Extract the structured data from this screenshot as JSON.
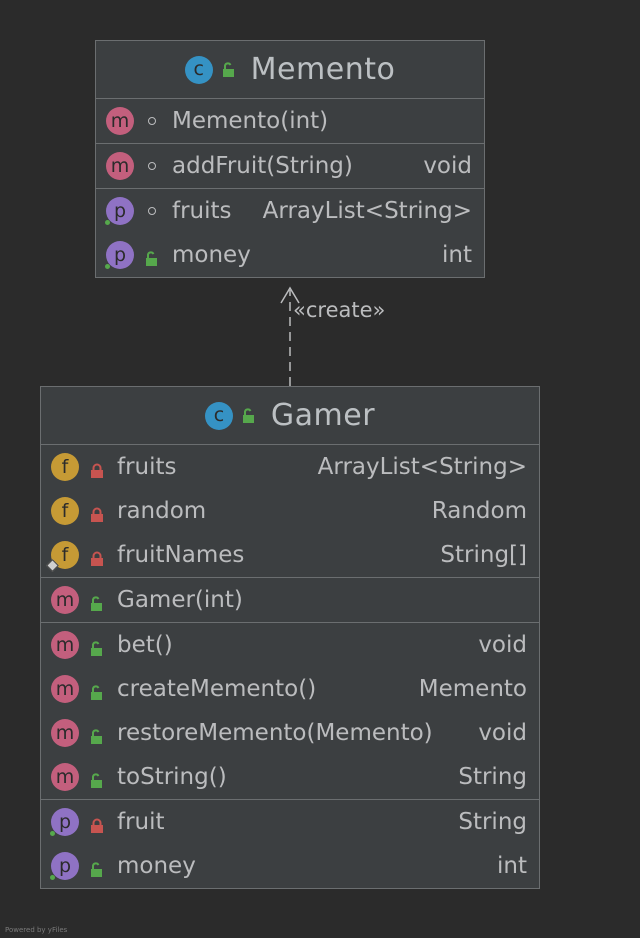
{
  "memento": {
    "name": "Memento",
    "class_icon": "c",
    "constructors": [
      {
        "badge": "m",
        "visibility": "package",
        "name": "Memento(int)",
        "type": ""
      }
    ],
    "methods": [
      {
        "badge": "m",
        "visibility": "package",
        "name": "addFruit(String)",
        "type": "void"
      }
    ],
    "properties": [
      {
        "badge": "p",
        "visibility": "package",
        "name": "fruits",
        "type": "ArrayList<String>"
      },
      {
        "badge": "p",
        "visibility": "public",
        "name": "money",
        "type": "int"
      }
    ]
  },
  "relation": {
    "label": "«create»",
    "style": "dashed"
  },
  "gamer": {
    "name": "Gamer",
    "class_icon": "c",
    "fields": [
      {
        "badge": "f",
        "visibility": "private",
        "name": "fruits",
        "type": "ArrayList<String>"
      },
      {
        "badge": "f",
        "visibility": "private",
        "name": "random",
        "type": "Random"
      },
      {
        "badge": "f",
        "visibility": "private",
        "name": "fruitNames",
        "type": "String[]"
      }
    ],
    "constructors": [
      {
        "badge": "m",
        "visibility": "public",
        "name": "Gamer(int)",
        "type": ""
      }
    ],
    "methods": [
      {
        "badge": "m",
        "visibility": "public",
        "name": "bet()",
        "type": "void"
      },
      {
        "badge": "m",
        "visibility": "public",
        "name": "createMemento()",
        "type": "Memento"
      },
      {
        "badge": "m",
        "visibility": "public",
        "name": "restoreMemento(Memento)",
        "type": "void"
      },
      {
        "badge": "m",
        "visibility": "public",
        "name": "toString()",
        "type": "String"
      }
    ],
    "properties": [
      {
        "badge": "p",
        "visibility": "private",
        "name": "fruit",
        "type": "String"
      },
      {
        "badge": "p",
        "visibility": "public",
        "name": "money",
        "type": "int"
      }
    ]
  },
  "footer": "Powered by yFiles"
}
